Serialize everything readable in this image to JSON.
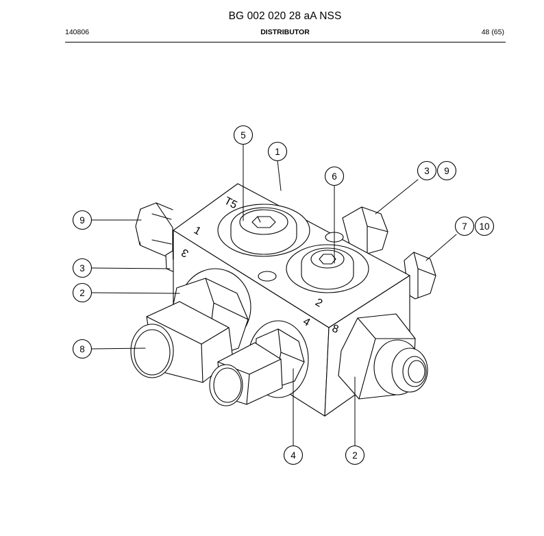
{
  "header": {
    "title": "BG 002 020 28 aA NSS",
    "doc_code": "140806",
    "section": "DISTRIBUTOR",
    "page": "48 (65)"
  },
  "drawing": {
    "port_marks": {
      "port_t5": "T5",
      "port_1": "1",
      "port_3": "3",
      "port_2": "2",
      "port_4": "4",
      "port_8": "8"
    },
    "callouts": {
      "c5": "5",
      "c1": "1",
      "c6": "6",
      "c3r": "3",
      "c9r": "9",
      "c7": "7",
      "c10": "10",
      "c9l": "9",
      "c3l": "3",
      "c2l": "2",
      "c8": "8",
      "c4": "4",
      "c2b": "2"
    }
  }
}
